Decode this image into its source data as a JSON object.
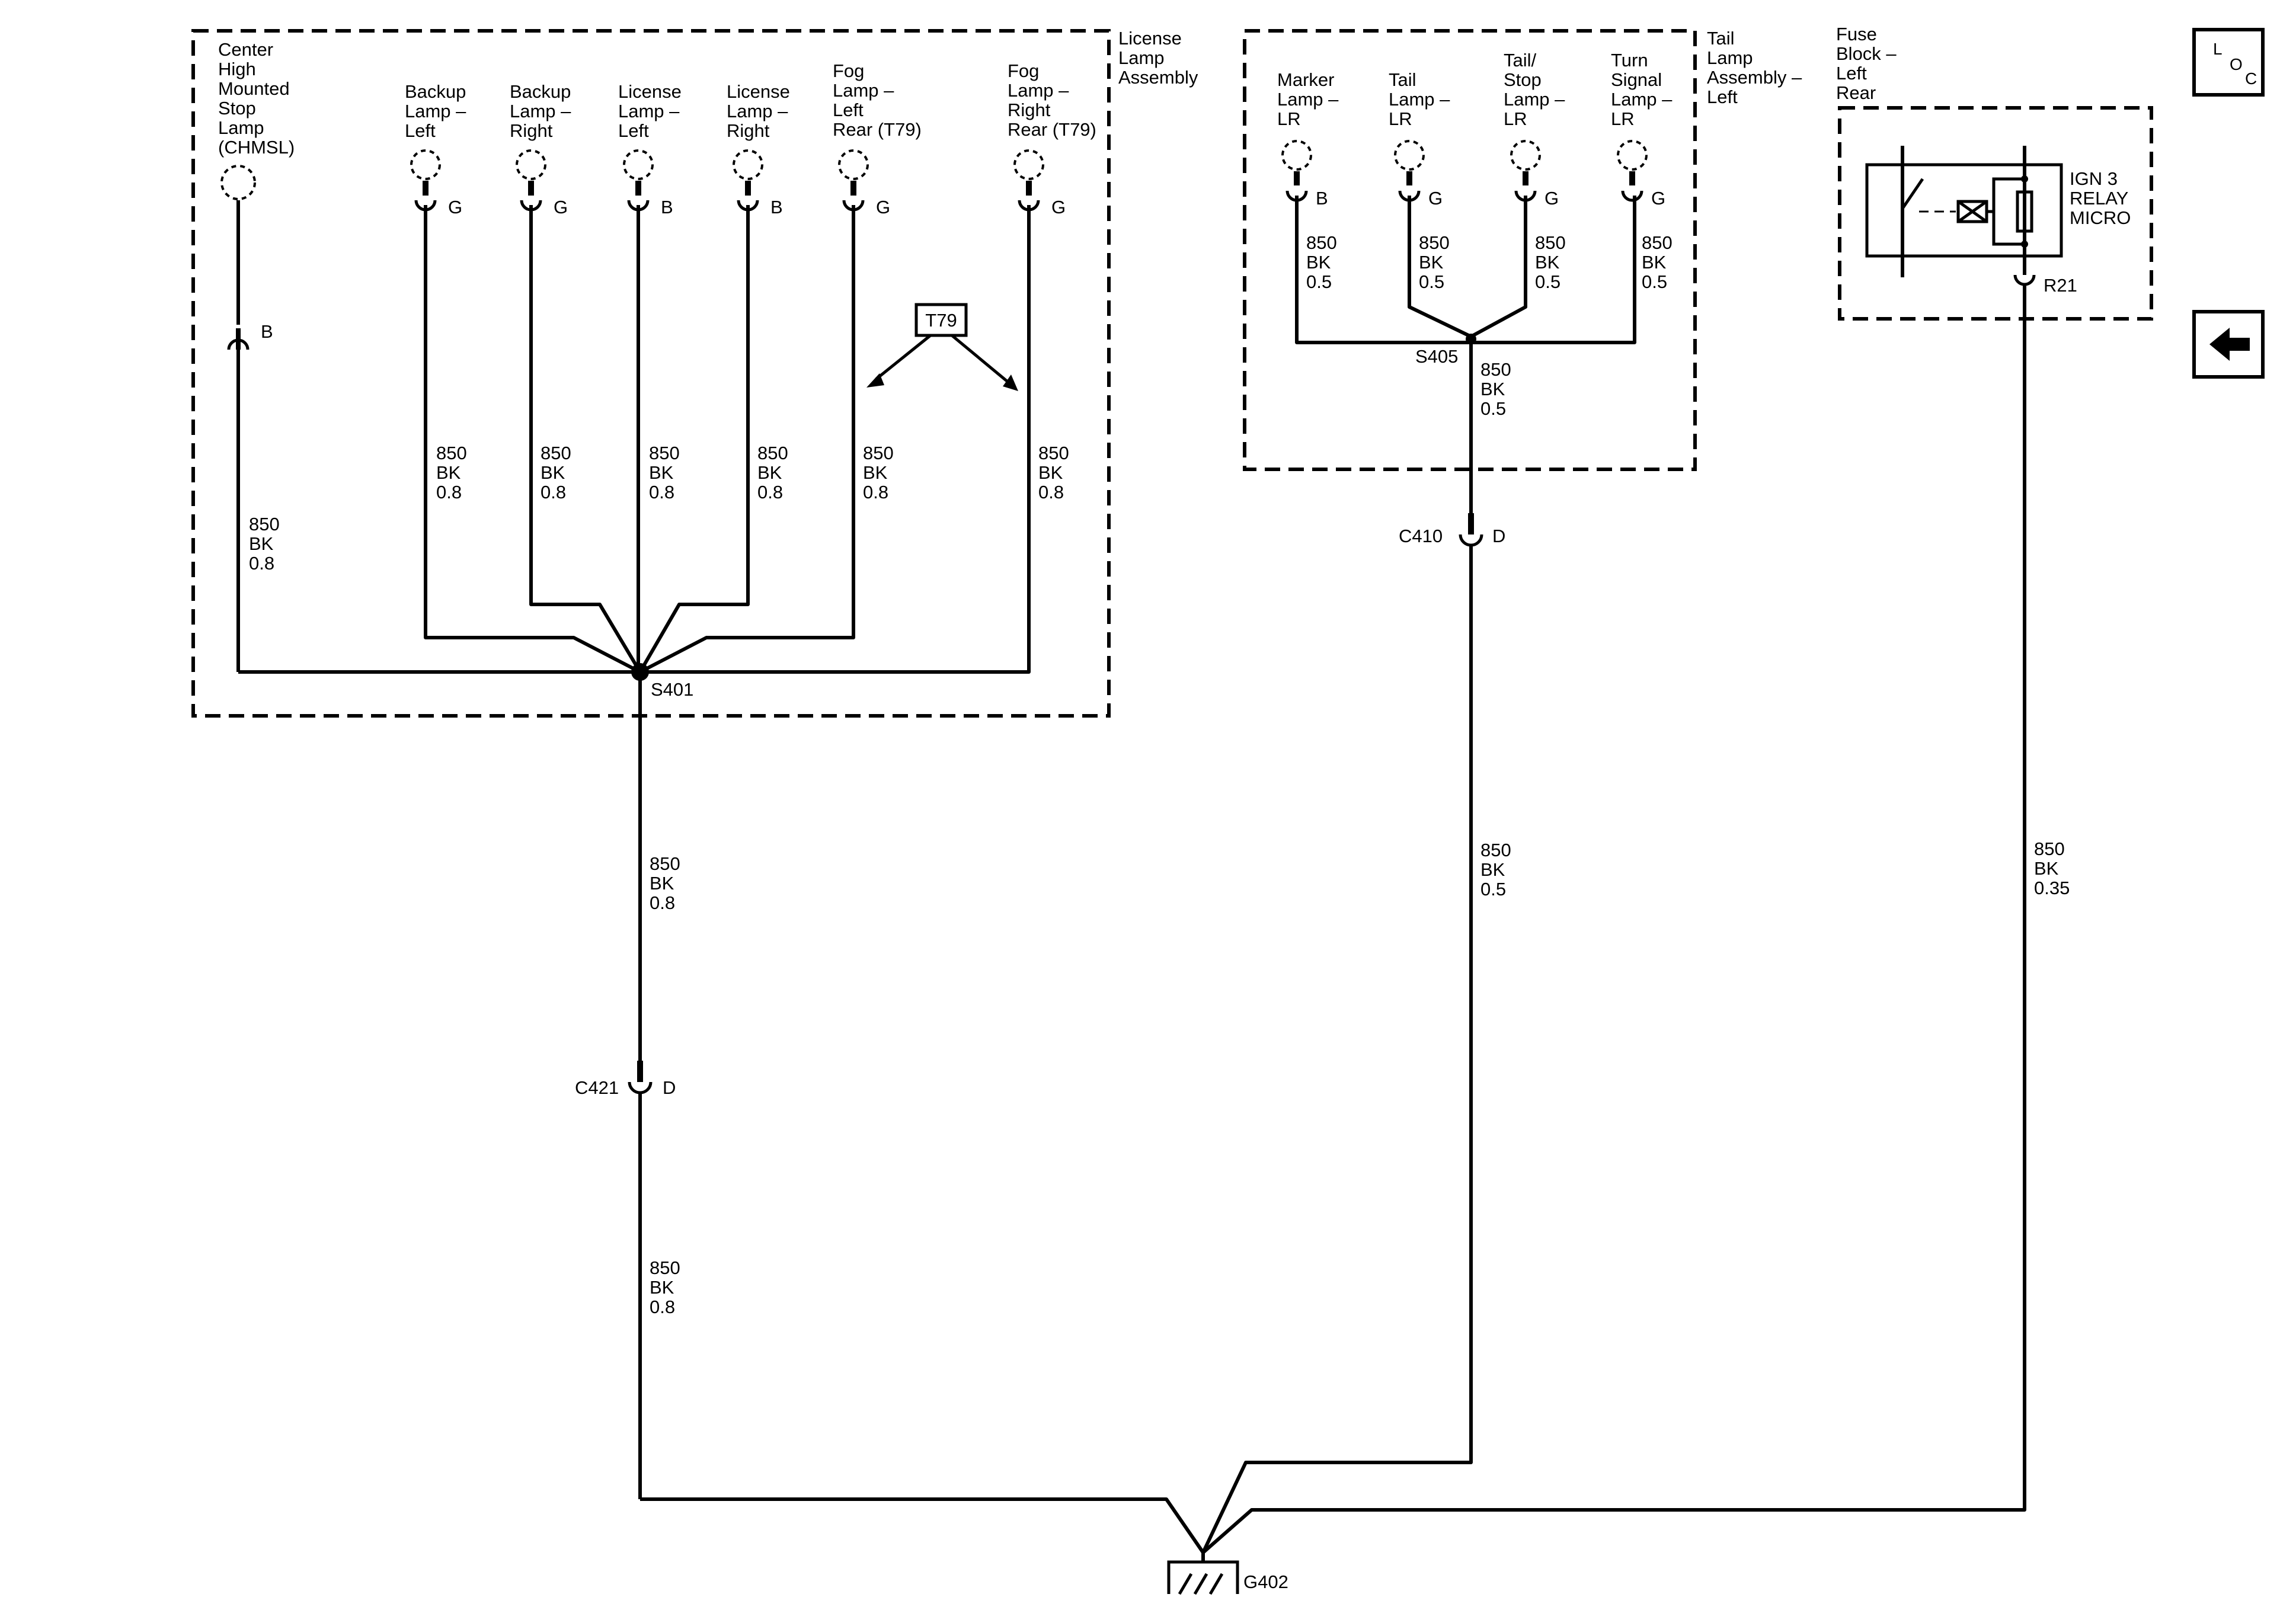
{
  "license_lamp_assembly": {
    "title": [
      "License",
      "Lamp",
      "Assembly"
    ],
    "lamps": [
      {
        "label": [
          "Center",
          "High",
          "Mounted",
          "Stop",
          "Lamp",
          "(CHMSL)"
        ],
        "pin": "B",
        "wire": [
          "850",
          "BK",
          "0.8"
        ]
      },
      {
        "label": [
          "Backup",
          "Lamp –",
          "Left"
        ],
        "pin": "G",
        "wire": [
          "850",
          "BK",
          "0.8"
        ]
      },
      {
        "label": [
          "Backup",
          "Lamp –",
          "Right"
        ],
        "pin": "G",
        "wire": [
          "850",
          "BK",
          "0.8"
        ]
      },
      {
        "label": [
          "License",
          "Lamp –",
          "Left"
        ],
        "pin": "B",
        "wire": [
          "850",
          "BK",
          "0.8"
        ]
      },
      {
        "label": [
          "License",
          "Lamp –",
          "Right"
        ],
        "pin": "B",
        "wire": [
          "850",
          "BK",
          "0.8"
        ]
      },
      {
        "label": [
          "Fog",
          "Lamp –",
          "Left",
          "Rear (T79)"
        ],
        "pin": "G",
        "wire": [
          "850",
          "BK",
          "0.8"
        ]
      },
      {
        "label": [
          "Fog",
          "Lamp –",
          "Right",
          "Rear (T79)"
        ],
        "pin": "G",
        "wire": [
          "850",
          "BK",
          "0.8"
        ]
      }
    ],
    "option_tag": "T79",
    "splice": "S401",
    "trunk_wire": [
      "850",
      "BK",
      "0.8"
    ]
  },
  "tail_lamp_assembly": {
    "title": [
      "Tail",
      "Lamp",
      "Assembly –",
      "Left"
    ],
    "lamps": [
      {
        "label": [
          "Marker",
          "Lamp –",
          "LR"
        ],
        "pin": "B",
        "wire": [
          "850",
          "BK",
          "0.5"
        ]
      },
      {
        "label": [
          "Tail",
          "Lamp –",
          "LR"
        ],
        "pin": "G",
        "wire": [
          "850",
          "BK",
          "0.5"
        ]
      },
      {
        "label": [
          "Tail/",
          "Stop",
          "Lamp –",
          "LR"
        ],
        "pin": "G",
        "wire": [
          "850",
          "BK",
          "0.5"
        ]
      },
      {
        "label": [
          "Turn",
          "Signal",
          "Lamp –",
          "LR"
        ],
        "pin": "G",
        "wire": [
          "850",
          "BK",
          "0.5"
        ]
      }
    ],
    "splice": "S405",
    "splice_wire": [
      "850",
      "BK",
      "0.5"
    ],
    "trunk_wire": [
      "850",
      "BK",
      "0.5"
    ]
  },
  "fuse_block": {
    "title": [
      "Fuse",
      "Block –",
      "Left",
      "Rear"
    ],
    "relay_label": [
      "IGN 3",
      "RELAY",
      "MICRO"
    ],
    "pin": "R21",
    "wire": [
      "850",
      "BK",
      "0.35"
    ]
  },
  "connectors": {
    "c421": {
      "name": "C421",
      "pin": "D"
    },
    "c410": {
      "name": "C410",
      "pin": "D"
    }
  },
  "c421_lower_wire": [
    "850",
    "BK",
    "0.8"
  ],
  "ground": "G402",
  "nav": {
    "loc_letters": [
      "L",
      "O",
      "C"
    ],
    "back_icon": "left-arrow-icon"
  }
}
